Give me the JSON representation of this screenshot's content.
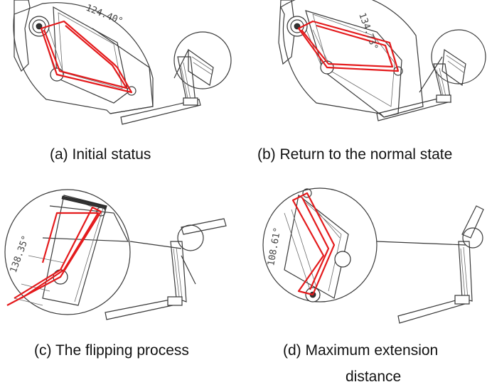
{
  "panels": [
    {
      "id": "a",
      "caption": "(a) Initial status",
      "angle": "124.40°"
    },
    {
      "id": "b",
      "caption": "(b) Return to the normal state",
      "angle": "134.73°"
    },
    {
      "id": "c",
      "caption": "(c) The flipping process",
      "angle": "138.35°"
    },
    {
      "id": "d",
      "caption": "(d) Maximum extension",
      "caption_line2": "distance",
      "angle": "108.61°"
    }
  ],
  "colors": {
    "linkage": "#e41a1c",
    "drawing": "#3a3a3a"
  }
}
